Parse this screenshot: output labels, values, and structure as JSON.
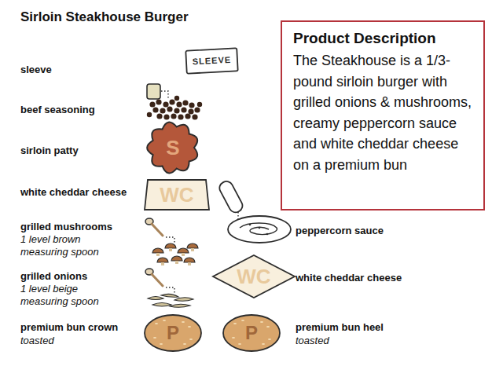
{
  "diagram": {
    "title": "Sirloin Steakhouse Burger",
    "nodes": [
      {
        "text": [
          "Product Description",
          "The Steakhouse is a 1/3-pound sirloin burger with grilled onions & mushrooms, creamy peppercorn sauce and white cheddar cheese on a premium bun"
        ]
      },
      {
        "text": [
          "SLEEVE"
        ]
      },
      {
        "text": [
          "S"
        ]
      },
      {
        "text": [
          "WC"
        ]
      },
      {
        "text": [
          "WC"
        ]
      },
      {
        "text": [
          "P"
        ]
      },
      {
        "text": [
          "P"
        ]
      }
    ],
    "labels": [
      "sleeve",
      "beef seasoning",
      "sirloin patty",
      "white cheddar cheese",
      "grilled mushrooms",
      "1 level brown measuring spoon",
      "peppercorn sauce",
      "grilled onions",
      "1 level beige measuring spoon",
      "white cheddar cheese",
      "premium bun crown",
      "toasted",
      "premium bun heel",
      "toasted"
    ]
  }
}
